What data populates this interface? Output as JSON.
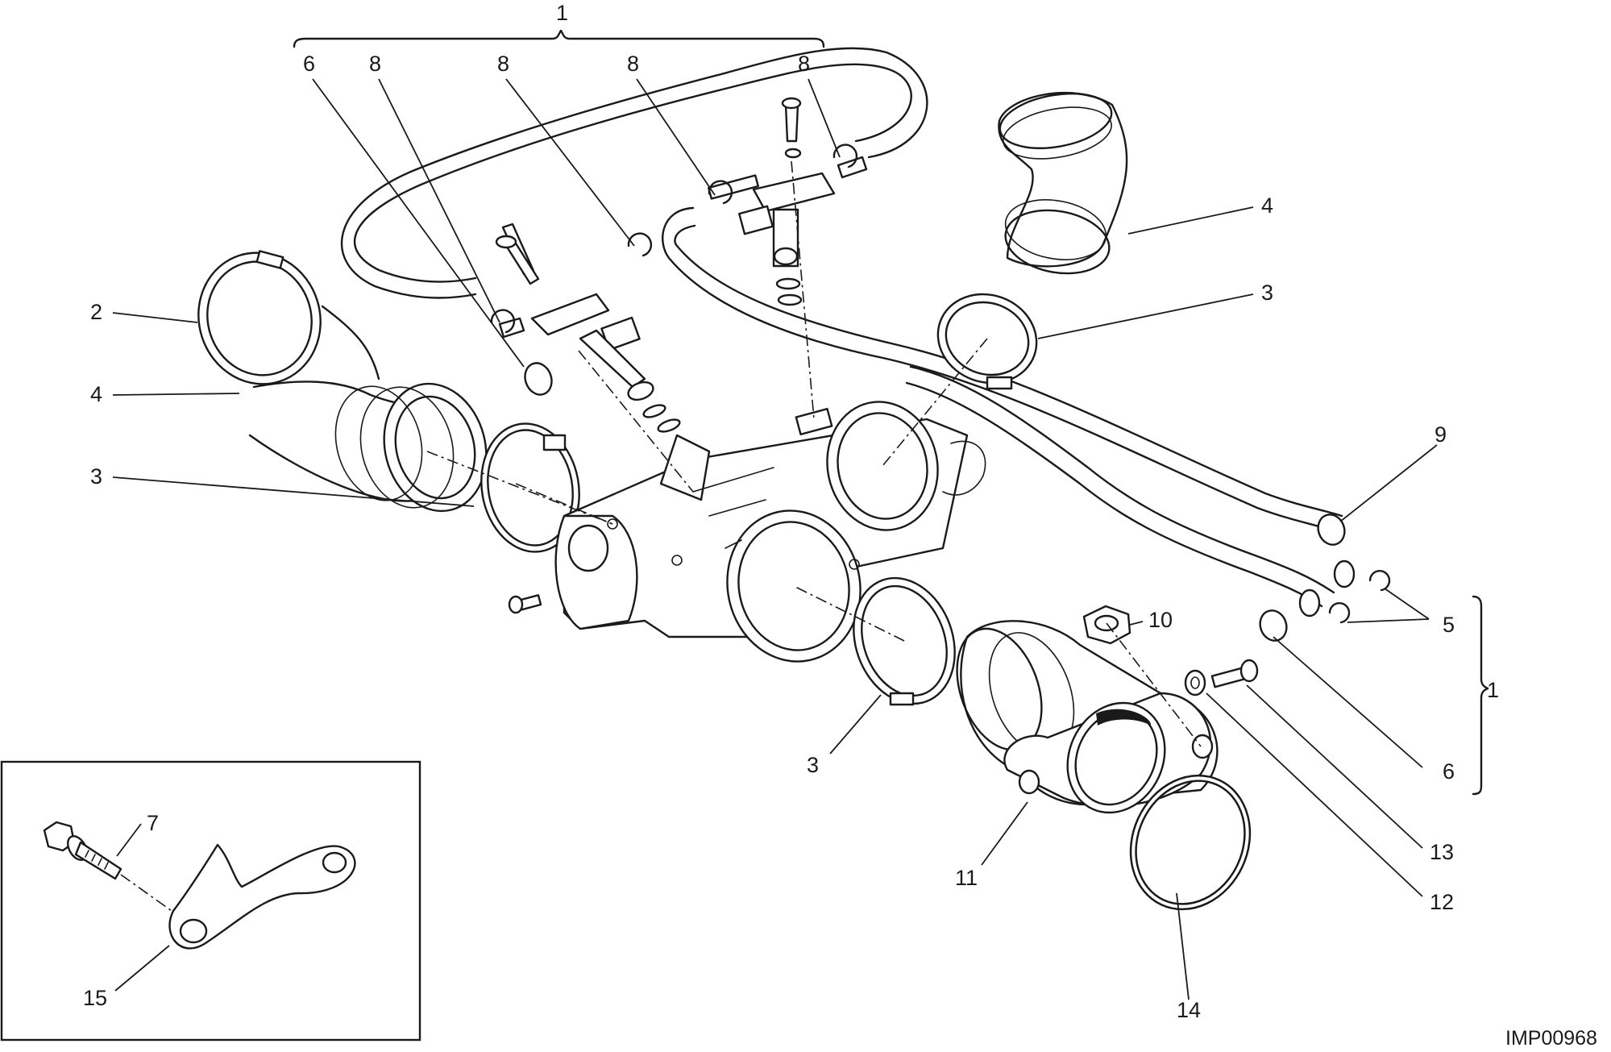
{
  "image_code": "IMP00968",
  "callouts": {
    "c1_top": "1",
    "c6_top": "6",
    "c8_a": "8",
    "c8_b": "8",
    "c8_c": "8",
    "c8_d": "8",
    "c2": "2",
    "c4_left": "4",
    "c3_left": "3",
    "c4_right": "4",
    "c3_right": "3",
    "c9": "9",
    "c10": "10",
    "c5": "5",
    "c1_right": "1",
    "c3_bottom": "3",
    "c6_right": "6",
    "c13": "13",
    "c12": "12",
    "c11": "11",
    "c7": "7",
    "c15": "15",
    "c14": "14"
  }
}
